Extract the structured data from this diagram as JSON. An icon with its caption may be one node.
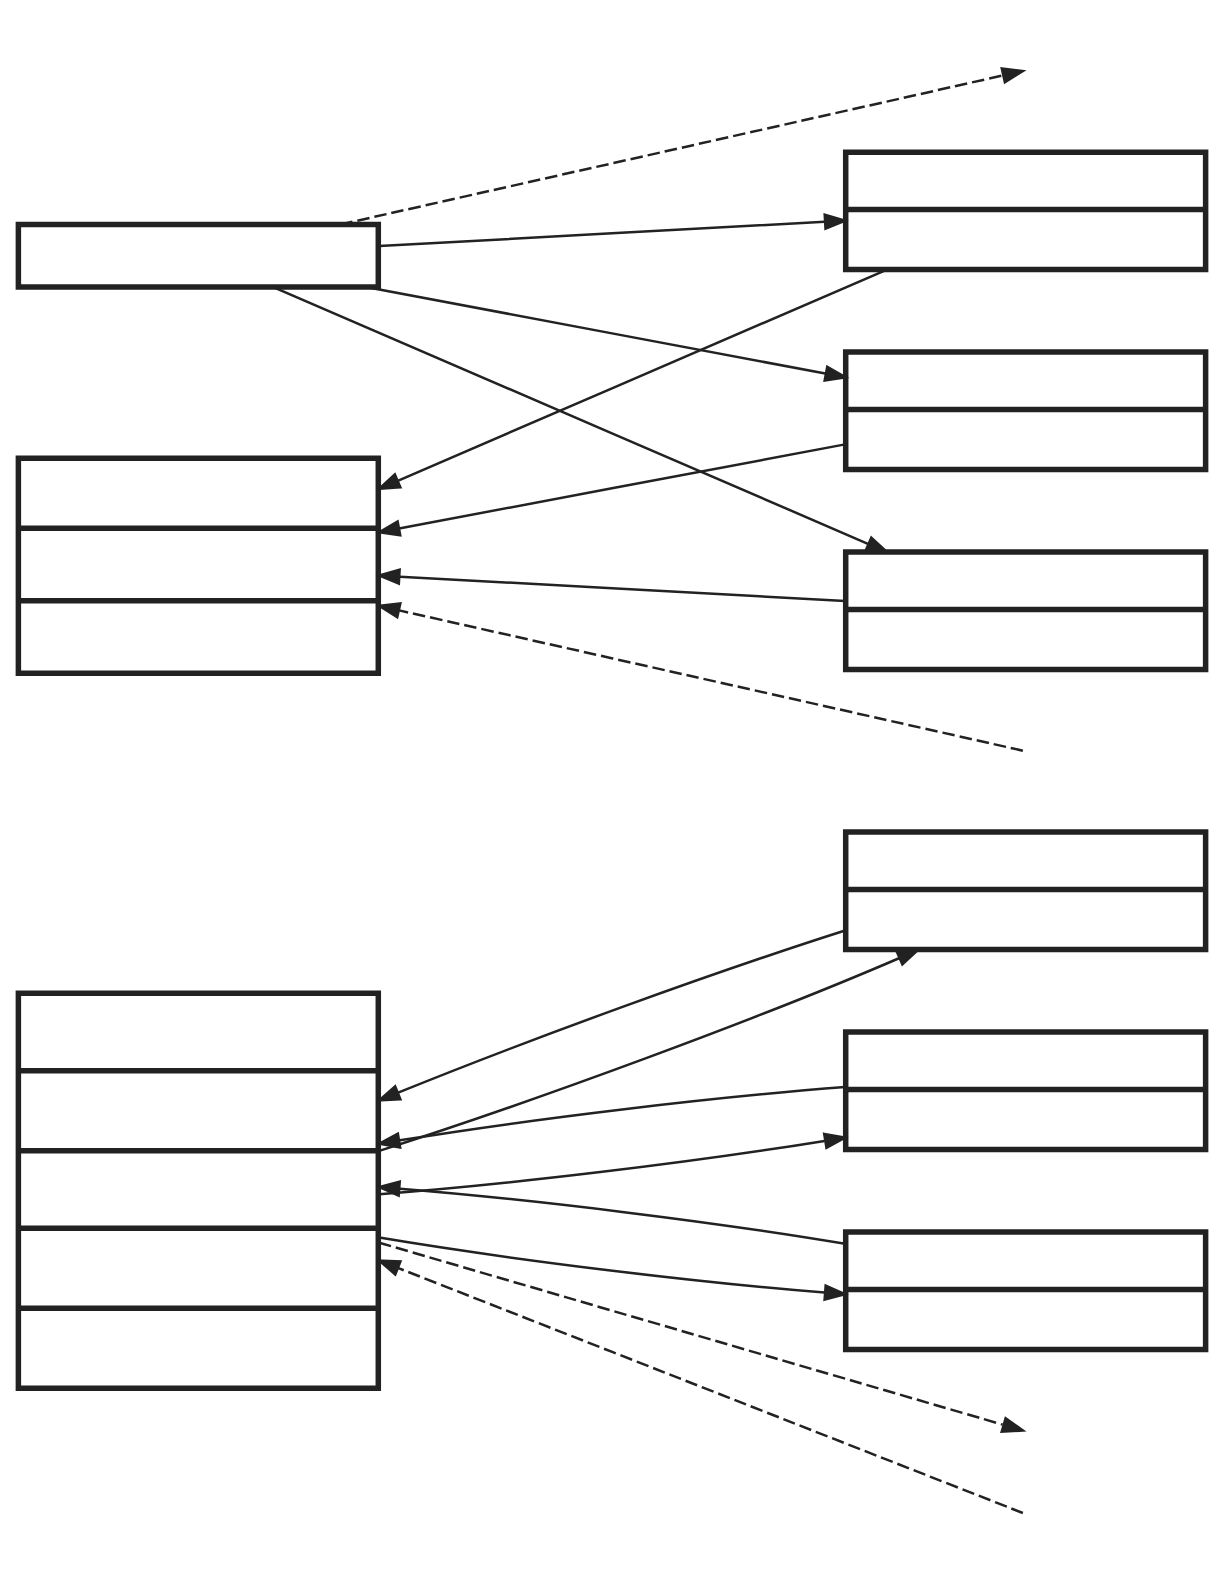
{
  "diagram": {
    "nodes": [
      {
        "text": [],
        "shape": "box"
      },
      {
        "text": [],
        "shape": "box"
      },
      {
        "text": [],
        "shape": "box"
      },
      {
        "text": [],
        "shape": "box"
      },
      {
        "text": [],
        "shape": "box"
      },
      {
        "text": [],
        "shape": "box"
      },
      {
        "text": [],
        "shape": "box"
      },
      {
        "text": [],
        "shape": "box"
      },
      {
        "text": [],
        "shape": "box"
      }
    ],
    "edges": [
      {
        "from": 1,
        "to": 0,
        "arrow": "to"
      },
      {
        "from": 2,
        "to": 0,
        "arrow": "to"
      },
      {
        "from": null,
        "to": 0,
        "arrow": "to",
        "style": "dashed"
      },
      {
        "from": 3,
        "to": 0,
        "arrow": "to"
      },
      {
        "from": 0,
        "to": 1,
        "arrow": "to"
      },
      {
        "from": 0,
        "to": 2,
        "arrow": "to"
      },
      {
        "from": 0,
        "to": null,
        "arrow": "to",
        "style": "dashed"
      },
      {
        "from": 0,
        "to": 3,
        "arrow": "to"
      },
      {
        "from": 6,
        "to": 4,
        "arrow": "to"
      },
      {
        "from": 7,
        "to": 4,
        "arrow": "to"
      },
      {
        "from": null,
        "to": 4,
        "arrow": "to",
        "style": "dashed"
      },
      {
        "from": 8,
        "to": 4,
        "arrow": "to"
      },
      {
        "from": 5,
        "to": 6,
        "arrow": "to"
      },
      {
        "from": 5,
        "to": 7,
        "arrow": "to"
      },
      {
        "from": 5,
        "to": null,
        "arrow": "to",
        "style": "dashed"
      },
      {
        "from": 5,
        "to": 8,
        "arrow": "to"
      }
    ]
  }
}
